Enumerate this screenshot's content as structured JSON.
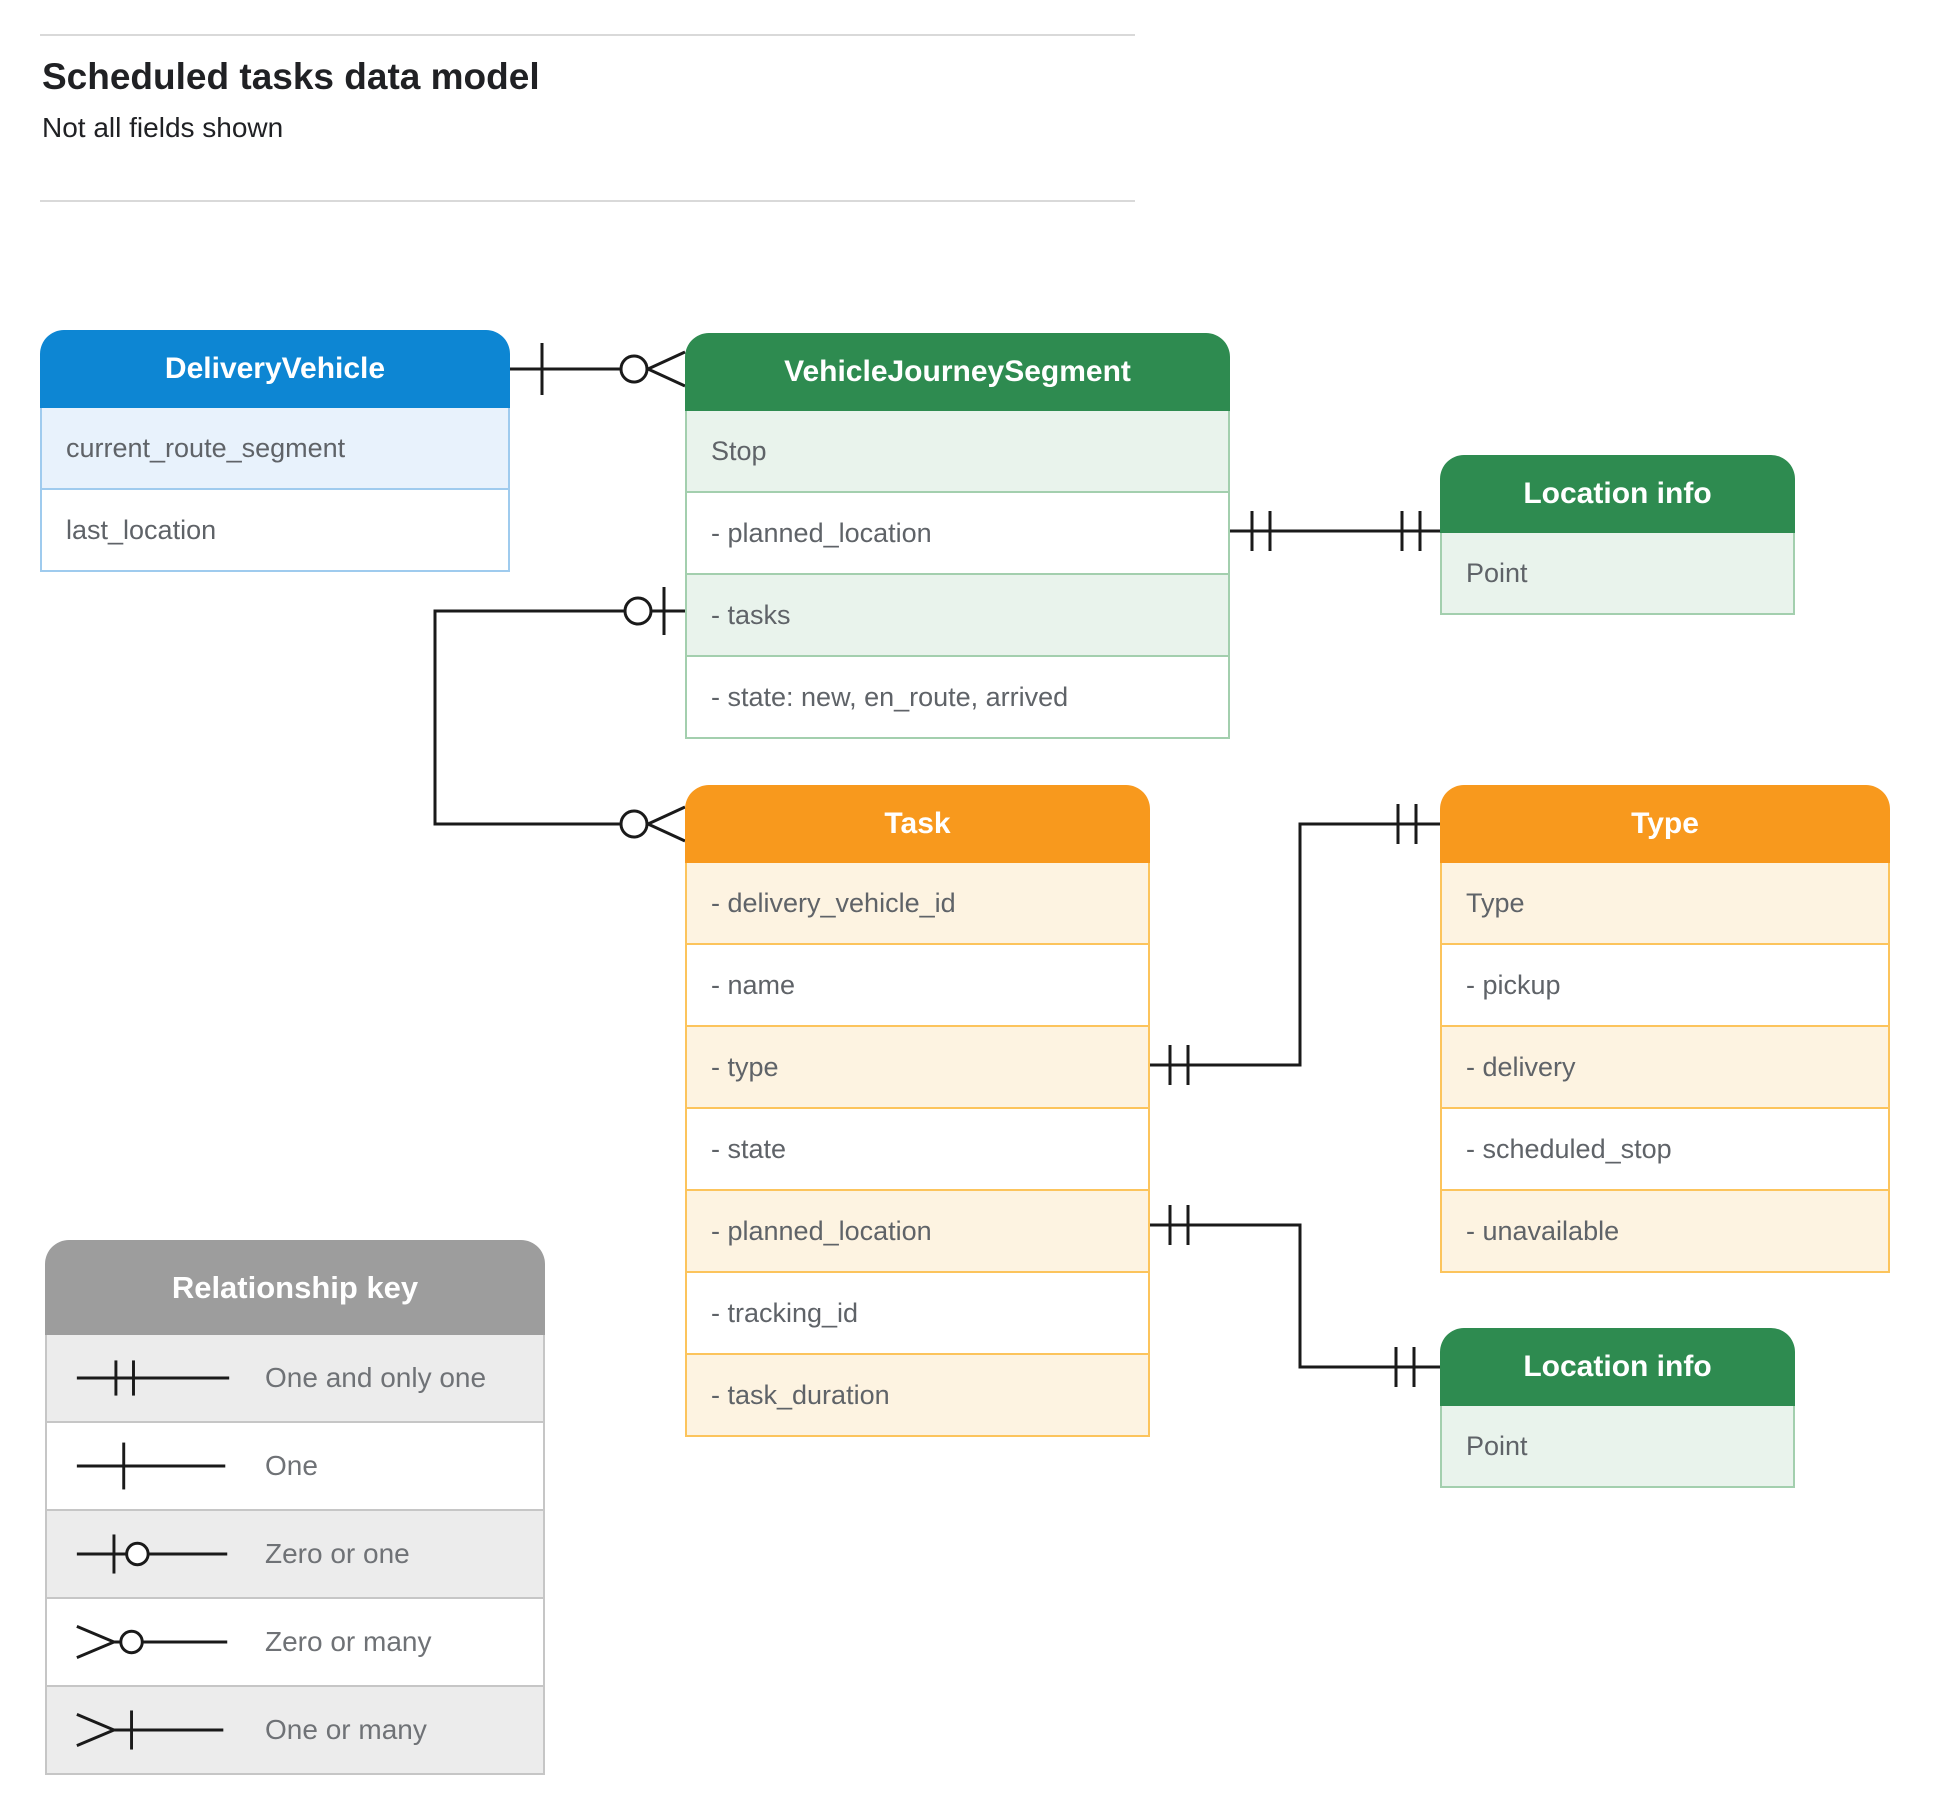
{
  "page": {
    "title": "Scheduled tasks data model",
    "subtitle": "Not all fields shown"
  },
  "palette": {
    "blue": "#0d86d3",
    "green": "#2e8b50",
    "orange": "#f8991d",
    "gray": "#9d9d9d",
    "blue_tint": "#e8f2fc",
    "green_tint": "#e9f3ec",
    "orange_tint": "#fdf3e1",
    "gray_tint": "#ececec",
    "connector_line": "#1a1a1a",
    "field_text": "#5f6368"
  },
  "entities": {
    "delivery_vehicle": {
      "title": "DeliveryVehicle",
      "fields": [
        "current_route_segment",
        "last_location"
      ]
    },
    "vehicle_journey_segment": {
      "title": "VehicleJourneySegment",
      "fields": [
        "Stop",
        "- planned_location",
        "- tasks",
        "- state: new, en_route, arrived"
      ]
    },
    "location_info_top": {
      "title": "Location info",
      "fields": [
        "Point"
      ]
    },
    "task": {
      "title": "Task",
      "fields": [
        "- delivery_vehicle_id",
        "- name",
        "- type",
        "- state",
        "- planned_location",
        "- tracking_id",
        "- task_duration"
      ]
    },
    "type": {
      "title": "Type",
      "fields": [
        "Type",
        "- pickup",
        "- delivery",
        "- scheduled_stop",
        "- unavailable"
      ]
    },
    "location_info_bottom": {
      "title": "Location info",
      "fields": [
        "Point"
      ]
    }
  },
  "legend": {
    "title": "Relationship key",
    "rows": [
      {
        "symbol": "one-and-only-one",
        "label": "One and only one"
      },
      {
        "symbol": "one",
        "label": "One"
      },
      {
        "symbol": "zero-or-one",
        "label": "Zero or one"
      },
      {
        "symbol": "zero-or-many",
        "label": "Zero or many"
      },
      {
        "symbol": "one-or-many",
        "label": "One or many"
      }
    ]
  },
  "relationships": [
    {
      "from": "DeliveryVehicle",
      "from_cardinality": "one",
      "to": "VehicleJourneySegment",
      "to_cardinality": "zero-or-many"
    },
    {
      "from": "VehicleJourneySegment.planned_location",
      "from_cardinality": "one-and-only-one",
      "to": "Location info",
      "to_cardinality": "one-and-only-one"
    },
    {
      "from": "VehicleJourneySegment.tasks",
      "from_cardinality": "zero-or-one",
      "to": "Task",
      "to_cardinality": "zero-or-many"
    },
    {
      "from": "Task.type",
      "from_cardinality": "one-and-only-one",
      "to": "Type",
      "to_cardinality": "one-and-only-one"
    },
    {
      "from": "Task.planned_location",
      "from_cardinality": "one-and-only-one",
      "to": "Location info",
      "to_cardinality": "one-and-only-one"
    }
  ]
}
